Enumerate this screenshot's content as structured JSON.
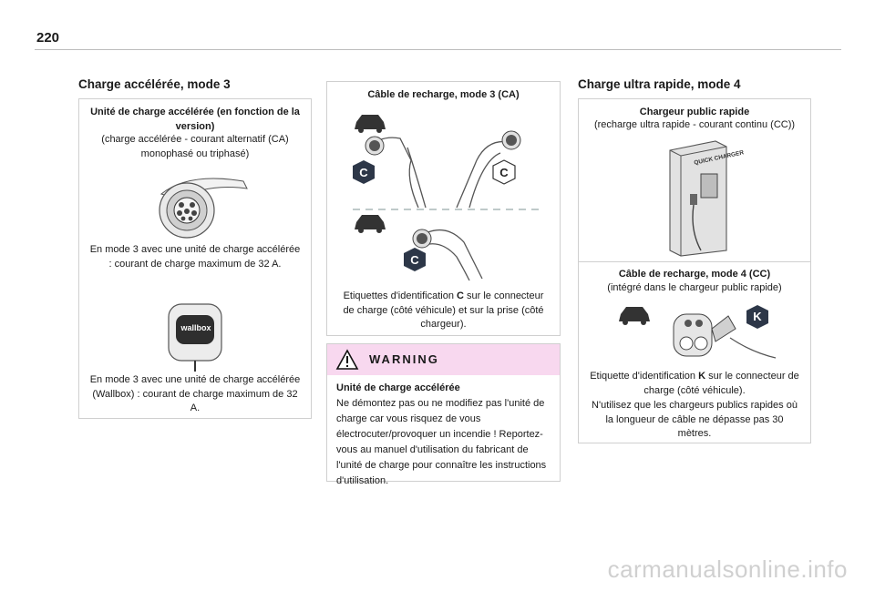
{
  "page_number": "220",
  "left": {
    "title": "Charge accélérée, mode 3",
    "heading": "Unité de charge accélérée (en fonction de la version)",
    "subheading": "(charge accélérée - courant alternatif (CA) monophasé ou triphasé)",
    "caption1": "En mode 3 avec une unité de charge accélérée : courant de charge maximum de 32 A.",
    "wallbox_label": "wallbox",
    "caption2": "En mode 3 avec une unité de charge accélérée (Wallbox) : courant de charge maximum de 32 A."
  },
  "middle": {
    "heading": "Câble de recharge, mode 3 (CA)",
    "badge_letter": "C",
    "caption_part1": "Etiquettes d'identification ",
    "caption_bold": "C",
    "caption_part2": " sur le connecteur de charge (côté véhicule) et sur la prise (côté chargeur).",
    "warning_title": "WARNING",
    "warning_heading": "Unité de charge accélérée",
    "warning_text": "Ne démontez pas ou ne modifiez pas l'unité de charge car vous risquez de vous électrocuter/provoquer un incendie ! Reportez-vous au manuel d'utilisation du fabricant de l'unité de charge pour connaître les instructions d'utilisation."
  },
  "right": {
    "title": "Charge ultra rapide, mode 4",
    "heading": "Chargeur public rapide",
    "subheading": "(recharge ultra rapide - courant continu (CC))",
    "charger_label": "QUICK CHARGER",
    "cable_heading": "Câble de recharge, mode 4 (CC)",
    "cable_subheading": "(intégré dans le chargeur public rapide)",
    "badge_letter": "K",
    "caption_part1": "Etiquette d'identification ",
    "caption_bold": "K",
    "caption_part2": " sur le connecteur de charge (côté véhicule).",
    "caption3": "N'utilisez que les chargeurs publics rapides où la longueur de câble ne dépasse pas 30 mètres."
  },
  "watermark": "carmanualsonline.info",
  "colors": {
    "badge": "#2d3748",
    "warning_bg": "#f8d8ef",
    "border": "#cfcfcf"
  }
}
